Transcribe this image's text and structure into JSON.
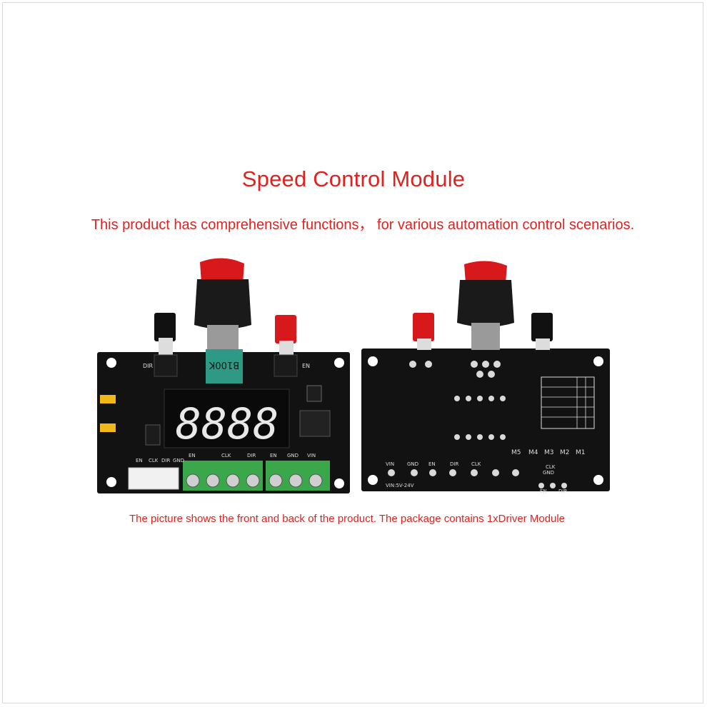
{
  "title": "Speed Control Module",
  "subtitle": "This product has comprehensive functions， for various automation control scenarios.",
  "caption": "The picture shows the front and back of the product. The package contains 1xDriver Module",
  "front_board": {
    "potentiometer_label": "B100K",
    "display_digits": "8888",
    "top_labels": [
      "DIR",
      "EN"
    ],
    "terminal_labels": [
      "EN",
      "CLK",
      "DIR",
      "GND",
      "EN",
      "CLK",
      "DIR",
      "EN",
      "GND",
      "VIN"
    ]
  },
  "back_board": {
    "terminal_labels": [
      "VIN",
      "GND",
      "EN",
      "DIR",
      "CLK"
    ],
    "voltage_label": "VIN:5V-24V",
    "mode_labels": [
      "M1",
      "M2",
      "M3",
      "M4",
      "M5"
    ],
    "right_labels": [
      "GND",
      "CLK",
      "DIR",
      "EN"
    ]
  },
  "colors": {
    "accent_text": "#e0221f",
    "pcb": "#121212",
    "terminal_green": "#3aa84a",
    "knob_red": "#d8191c"
  }
}
